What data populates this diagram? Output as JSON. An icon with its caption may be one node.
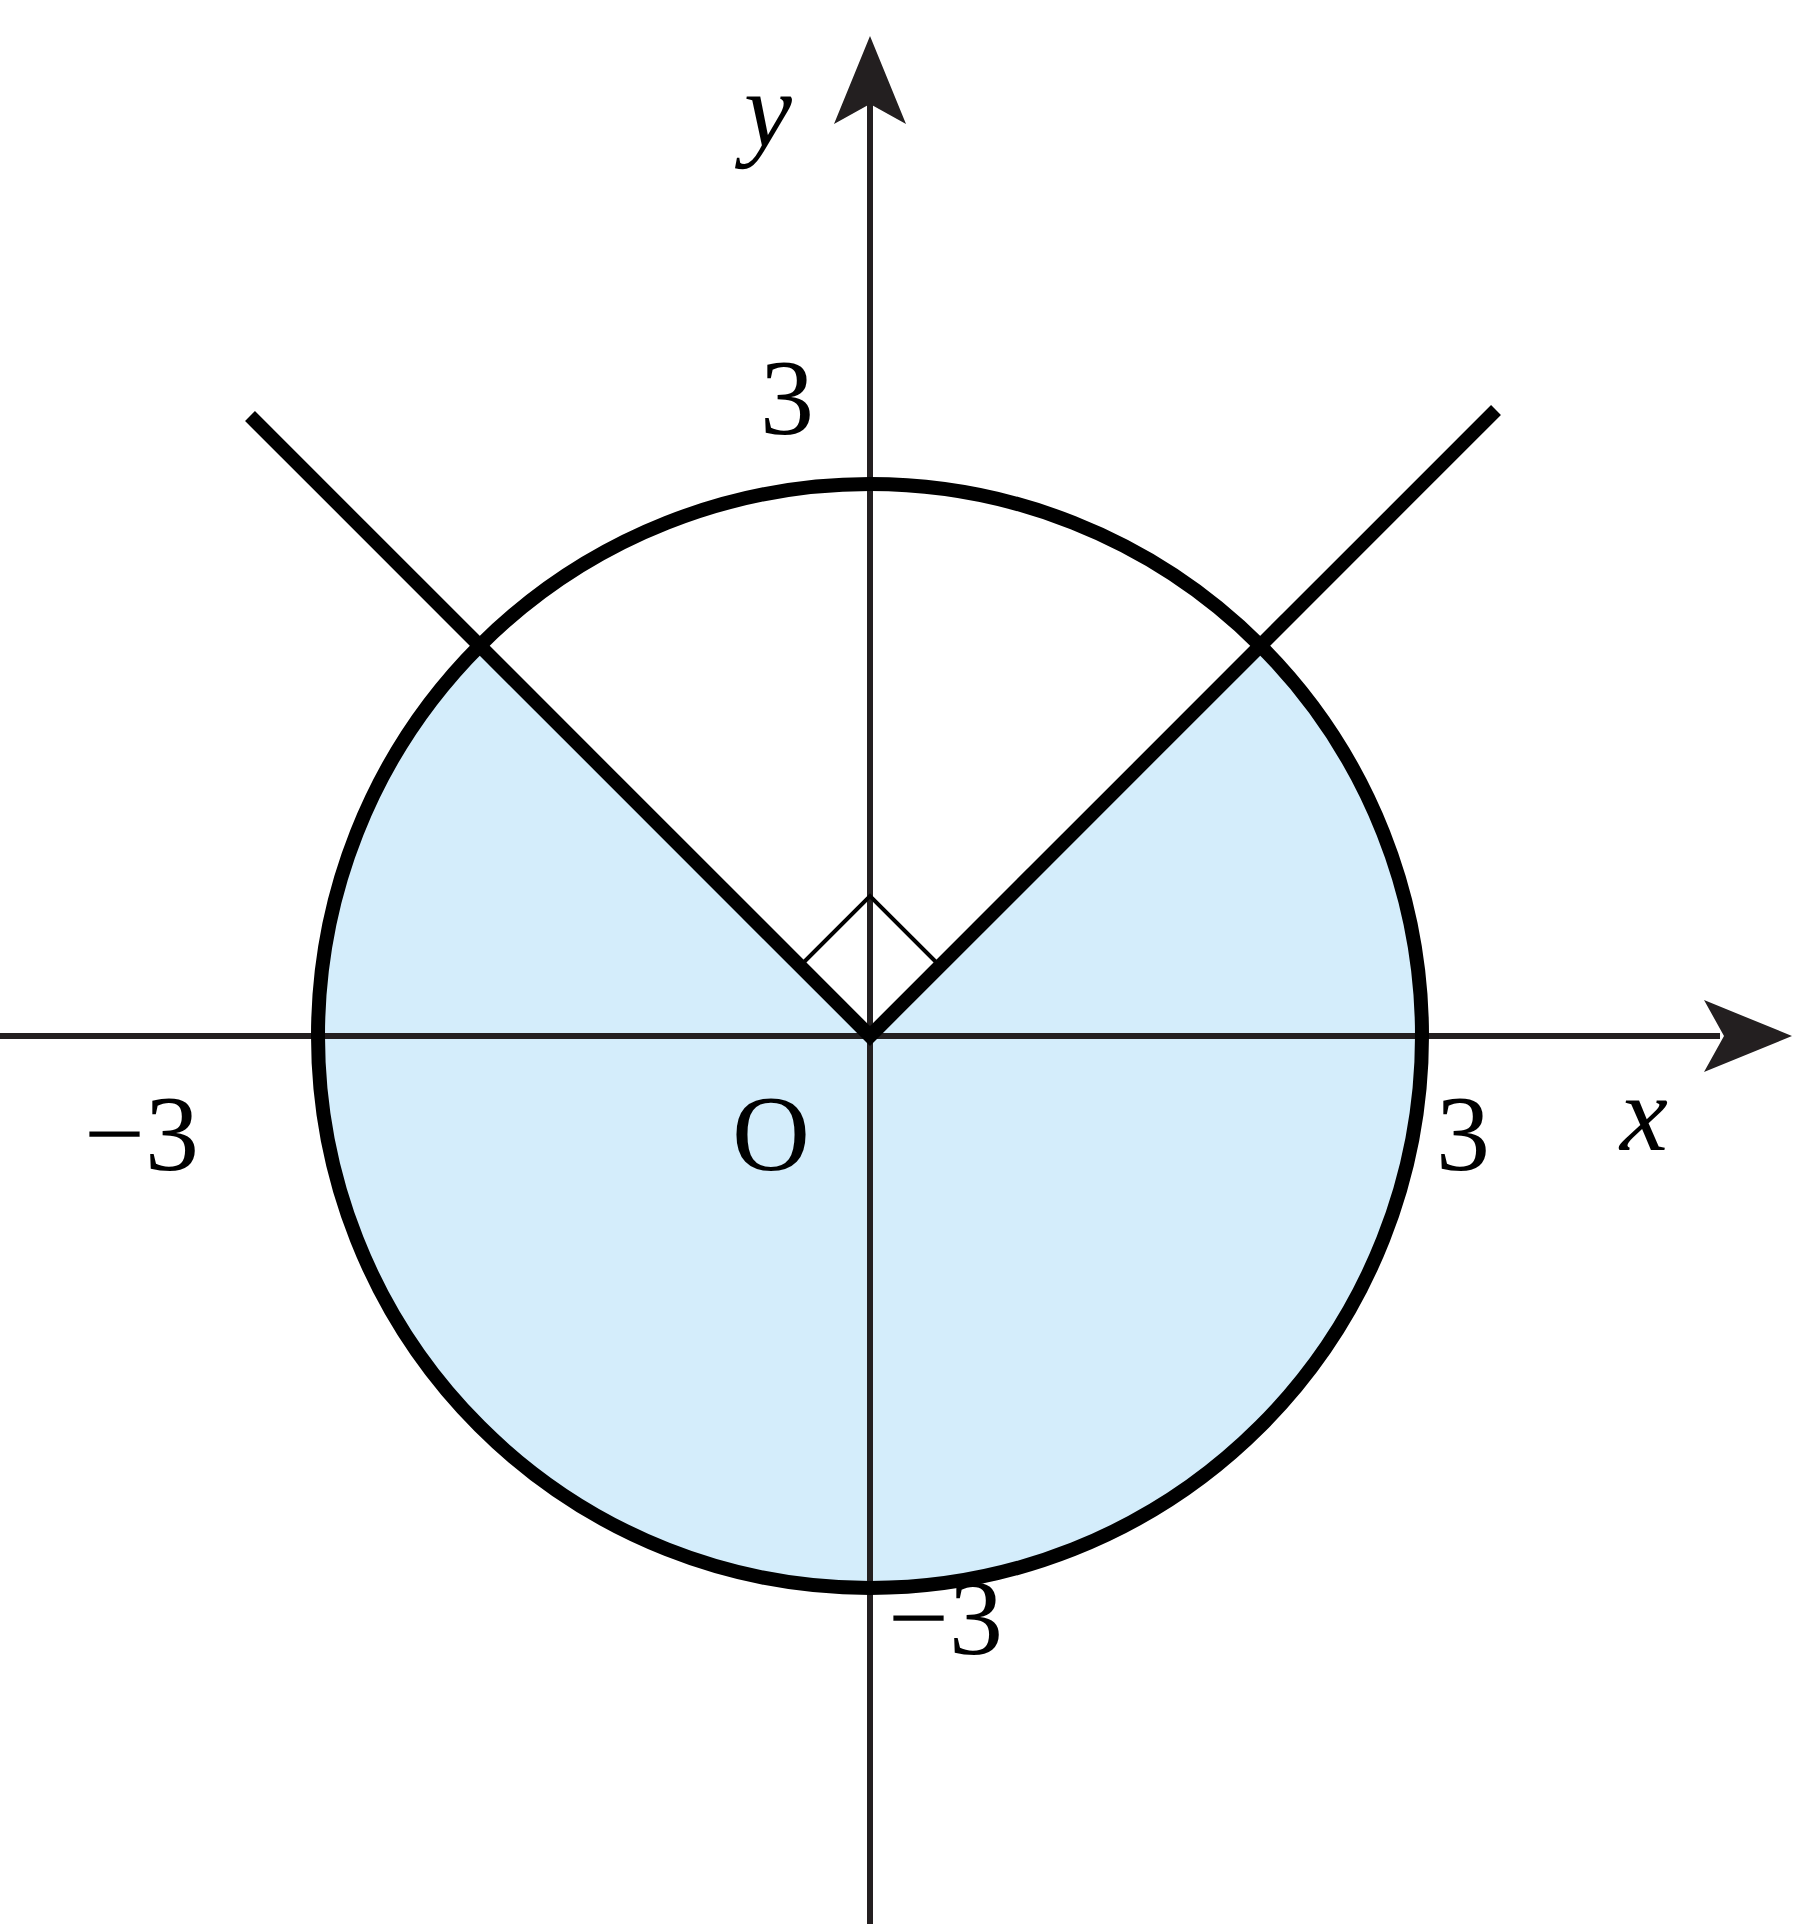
{
  "diagram": {
    "labels": [
      "y",
      "3",
      "−3",
      "O",
      "3",
      "x",
      "−3"
    ]
  }
}
